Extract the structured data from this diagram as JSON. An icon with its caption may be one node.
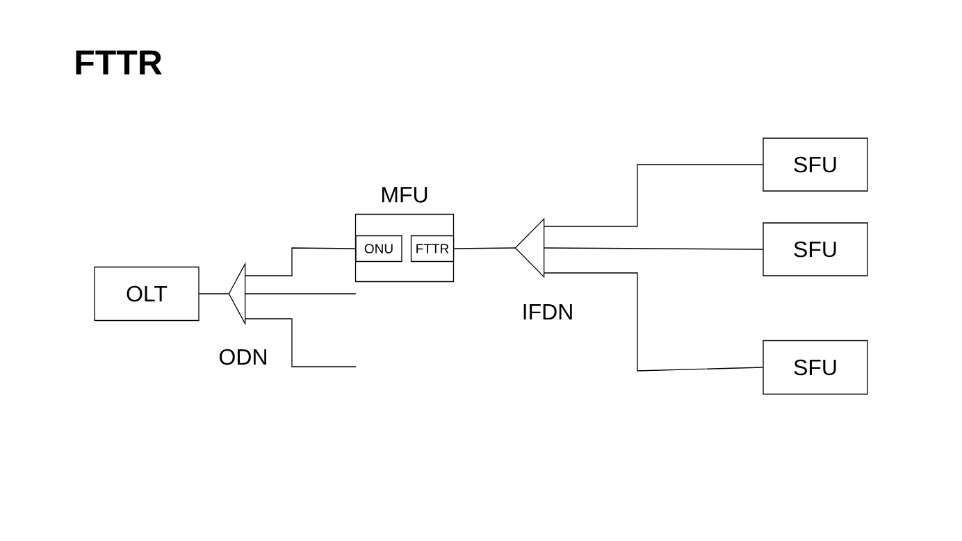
{
  "diagram": {
    "title": "FTTR",
    "nodes": [
      {
        "text": [
          "OLT"
        ]
      },
      {
        "text": [],
        "shape": "triangle"
      },
      {
        "text": [
          "MFU"
        ]
      },
      {
        "text": [
          "ONU"
        ],
        "in": 2
      },
      {
        "text": [
          "FTTR"
        ],
        "in": 2
      },
      {
        "text": [],
        "shape": "triangle"
      },
      {
        "text": [
          "SFU"
        ]
      },
      {
        "text": [
          "SFU"
        ]
      },
      {
        "text": [
          "SFU"
        ]
      }
    ],
    "edges": [
      {
        "from": 0,
        "to": 1,
        "arrow": "none"
      },
      {
        "from": 1,
        "to": 3,
        "arrow": "none"
      },
      {
        "from": 1,
        "to": null,
        "arrow": "none"
      },
      {
        "from": 1,
        "to": null,
        "arrow": "none"
      },
      {
        "from": 4,
        "to": 5,
        "arrow": "none"
      },
      {
        "from": 5,
        "to": 6,
        "arrow": "none"
      },
      {
        "from": 5,
        "to": 7,
        "arrow": "none"
      },
      {
        "from": 5,
        "to": 8,
        "arrow": "none"
      }
    ],
    "labels": [
      "ODN",
      "IFDN"
    ]
  }
}
